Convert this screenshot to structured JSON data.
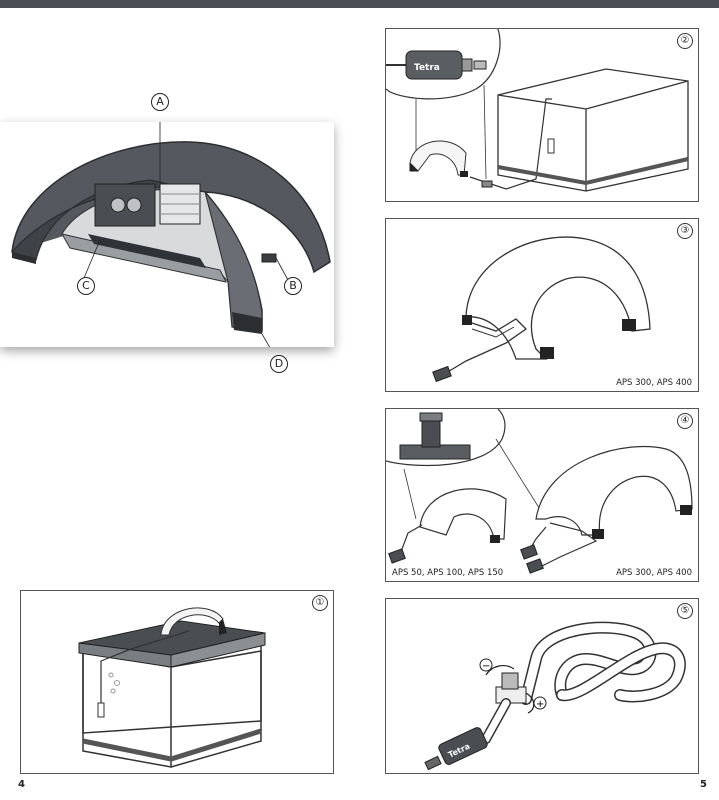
{
  "steps": {
    "s1": "①",
    "s2": "②",
    "s3": "③",
    "s4": "④",
    "s5": "⑤"
  },
  "captions": {
    "s3_models": "APS 300, APS 400",
    "s4_left": "APS 50, APS 100, APS 150",
    "s4_right": "APS 300, APS 400"
  },
  "callouts": {
    "a": "A",
    "b": "B",
    "c": "C",
    "d": "D"
  },
  "brand": "Tetra",
  "page_numbers": {
    "left": "4",
    "right": "5"
  },
  "adjust_signs": {
    "minus": "−",
    "plus": "+"
  }
}
